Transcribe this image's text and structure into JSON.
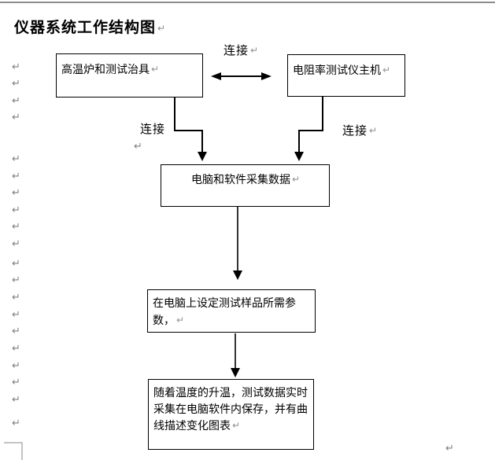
{
  "document": {
    "title": "仪器系统工作结构图"
  },
  "marks": {
    "pilcrow": "↵"
  },
  "labels": {
    "connect_top": "连接",
    "connect_left": "连接",
    "connect_right": "连接"
  },
  "boxes": {
    "furnace": {
      "text": "高温炉和测试治具"
    },
    "resistivity_host": {
      "text": "电阻率测试仪主机"
    },
    "computer_software": {
      "text": "电脑和软件采集数据"
    },
    "set_params": {
      "lines": {
        "0": "在电脑上设定测试样品所需参",
        "1": "数，"
      }
    },
    "data_record": {
      "lines": {
        "0": "随着温度的升温，测试数据实时",
        "1": "采集在电脑软件内保存，并有曲",
        "2": "线描述变化图表"
      }
    }
  },
  "diagram": {
    "type": "flowchart",
    "flow": [
      "高温炉和测试治具 <-连接-> 电阻率测试仪主机",
      "高温炉和测试治具 -连接-> 电脑和软件采集数据",
      "电阻率测试仪主机 -连接-> 电脑和软件采集数据",
      "电脑和软件采集数据 -> 在电脑上设定测试样品所需参数，",
      "在电脑上设定测试样品所需参数， -> 随着温度的升温，测试数据实时采集在电脑软件内保存，并有曲线描述变化图表"
    ]
  },
  "colors": {
    "box_border": "#000000",
    "arrow": "#000000",
    "paragraph_mark": "#7f7f7f",
    "page_top_rule": "#8c8c8c",
    "text_boundary_mark": "#b0b0b0",
    "background": "#ffffff"
  }
}
